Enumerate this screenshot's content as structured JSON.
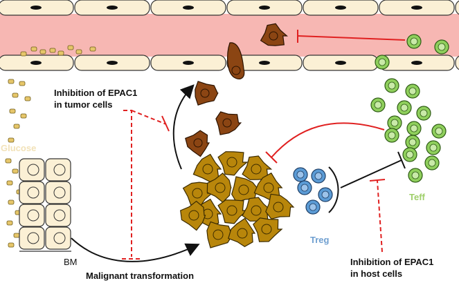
{
  "labels": {
    "inhibition_tumor_line1": "Inhibition of EPAC1",
    "inhibition_tumor_line2": "in tumor cells",
    "glucose": "Glucose",
    "bm": "BM",
    "malignant": "Malignant transformation",
    "treg": "Treg",
    "teff": "Teff",
    "inhibition_host_line1": "Inhibition of EPAC1",
    "inhibition_host_line2": "in host cells"
  },
  "colors": {
    "vessel_fill": "#f7b7b3",
    "endothelium": "#fbf0d5",
    "tumor_cell": "#b8860b",
    "metastatic_cell": "#8b4513",
    "treg_cell": "#5b9bd5",
    "teff_cell": "#8fcf5c",
    "inhibitor_red": "#e02020",
    "arrow_dark": "#111111",
    "glucose": "#e6c66a"
  }
}
